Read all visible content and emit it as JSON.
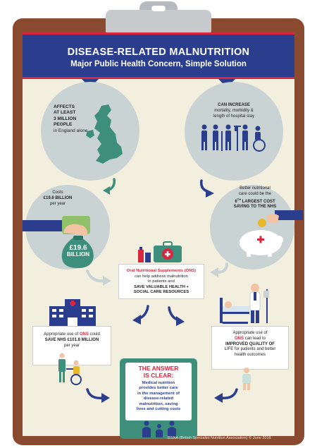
{
  "header": {
    "title": "DISEASE-RELATED MALNUTRITION",
    "subtitle": "Major Public Health Concern, Simple Solution"
  },
  "affects": {
    "line1": "AFFECTS",
    "line2": "AT LEAST",
    "line3": "3 MILLION",
    "line4": "PEOPLE",
    "line5": "in England alone"
  },
  "increase": {
    "line1": "CAN INCREASE",
    "line2": "mortality, morbidity &",
    "line3": "length of hospital stay"
  },
  "costs": {
    "line1": "Costs",
    "line2": "£19.6 BILLION",
    "line3": "per year",
    "bag_amount": "£19.6",
    "bag_unit": "BILLION"
  },
  "saving": {
    "line1": "Better nutritional",
    "line2": "care could be the",
    "line3_prefix": "6",
    "line3_sup": "TH",
    "line3_rest": " LARGEST COST",
    "line4": "SAVING TO THE NHS"
  },
  "ons_box": {
    "line1_red": "Oral Nutritional Supplements (ONS)",
    "line2": "can help address malnutrition",
    "line3": "in patients and",
    "line4": "SAVE VALUABLE HEALTH +",
    "line5": "SOCIAL CARE RESOURCES"
  },
  "left_box": {
    "line1_a": "Appropriate use of ",
    "line1_red": "ONS",
    "line1_b": " could",
    "line2": "SAVE NHS £101.8 MILLION",
    "line3": "per year"
  },
  "right_box": {
    "line1": "Appropriate use of",
    "line2_red": "ONS",
    "line2_b": " can lead to",
    "line3": "IMPROVED QUALITY OF",
    "line4": "LIFE for patients and better",
    "line5": "health outcomes"
  },
  "answer": {
    "heading1": "THE ANSWER",
    "heading2": "IS CLEAR:",
    "body1": "Medical nutrition",
    "body2": "provides better care",
    "body3": "in the management of",
    "body4": "disease-related",
    "body5": "malnutrition, saving",
    "body6": "lives and cutting costs"
  },
  "footer": "BSNA (British Specialist Nutrition Association) © June 2016",
  "colors": {
    "navy": "#2b3e8e",
    "red": "#d7263d",
    "teal": "#3d8f7c",
    "board": "#8a4a2f",
    "paper": "#f3efdf",
    "circle": "#c9d3d4"
  }
}
